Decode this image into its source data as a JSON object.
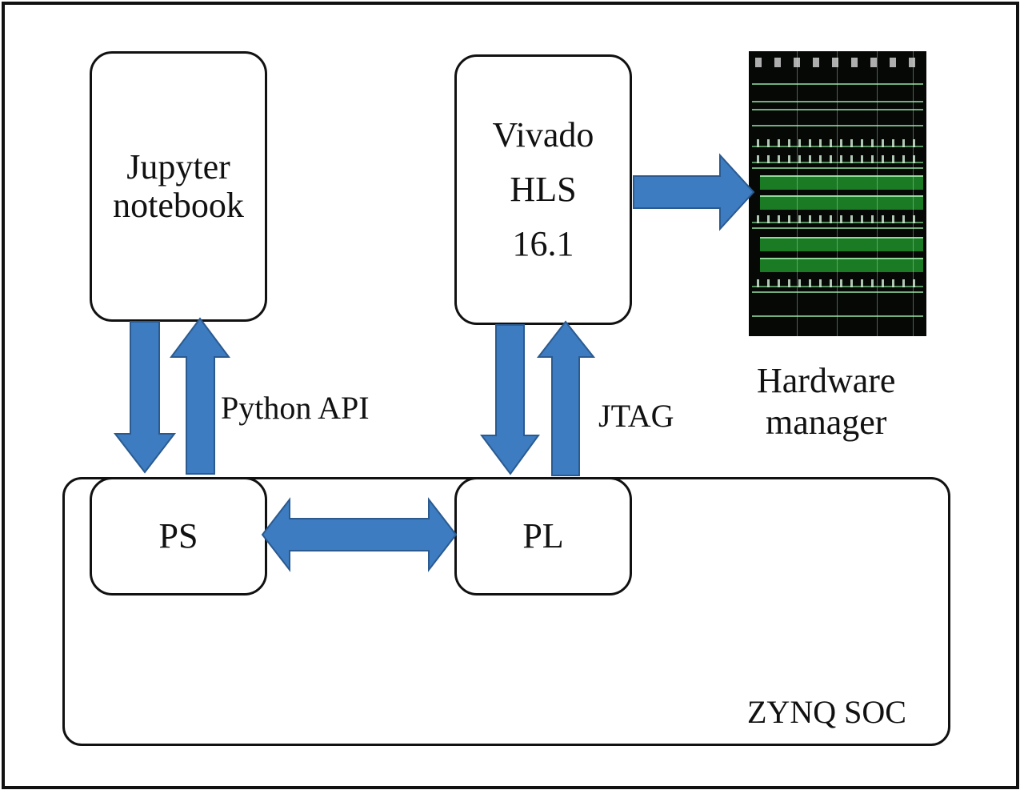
{
  "diagram": {
    "colors": {
      "arrow": "#3d7cc0",
      "arrow_stroke": "#2a5a90",
      "wave_green": "#1f8f2a",
      "wave_bg": "#050805"
    },
    "nodes": {
      "jupyter": "Jupyter\nnotebook",
      "vivado": "Vivado\nHLS\n16.1",
      "ps": "PS",
      "pl": "PL",
      "soc": "ZYNQ SOC",
      "hardware_manager": "Hardware\nmanager"
    },
    "edges": [
      {
        "from": "jupyter",
        "to": "ps",
        "label": "Python API",
        "bidirectional": true
      },
      {
        "from": "vivado",
        "to": "pl",
        "label": "JTAG",
        "bidirectional": true
      },
      {
        "from": "ps",
        "to": "pl",
        "label": "",
        "bidirectional": true
      },
      {
        "from": "vivado",
        "to": "hardware_manager",
        "label": "",
        "bidirectional": false
      }
    ],
    "labels": {
      "python_api": "Python API",
      "jtag": "JTAG"
    },
    "hardware_manager_image": "waveform-screenshot"
  }
}
